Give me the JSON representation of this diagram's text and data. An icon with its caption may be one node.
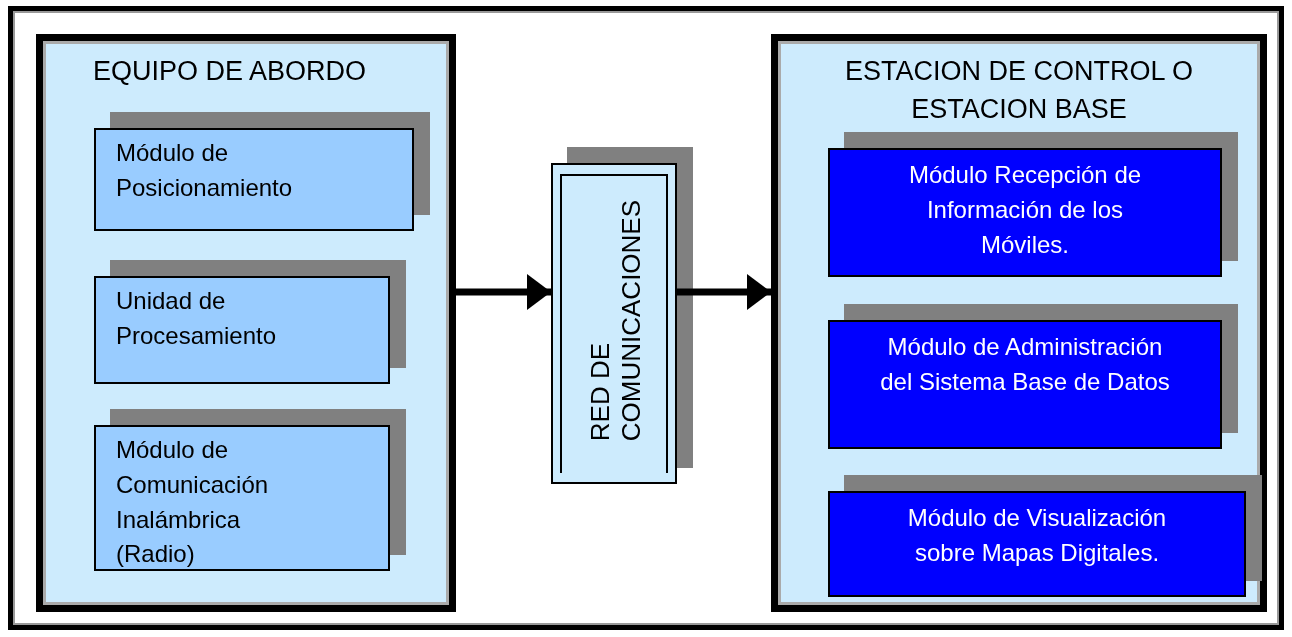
{
  "diagram": {
    "nodes": [
      {
        "text": [
          "EQUIPO DE ABORDO"
        ]
      },
      {
        "text": [
          "Módulo de Posicionamiento"
        ],
        "in": 0
      },
      {
        "text": [
          "Unidad de Procesamiento"
        ],
        "in": 0
      },
      {
        "text": [
          "Módulo de Comunicación Inalámbrica (Radio)"
        ],
        "in": 0
      },
      {
        "text": [
          "RED DE COMUNICACIONES"
        ]
      },
      {
        "text": [
          "ESTACION DE CONTROL O ESTACION BASE"
        ]
      },
      {
        "text": [
          "Módulo Recepción de Información de los Móviles."
        ],
        "in": 5
      },
      {
        "text": [
          "Módulo de Administración del Sistema Base de Datos"
        ],
        "in": 5
      },
      {
        "text": [
          "Módulo de Visualización sobre Mapas Digitales."
        ],
        "in": 5
      }
    ],
    "edges": [
      {
        "from": 0,
        "to": 4,
        "arrow": "to"
      },
      {
        "from": 4,
        "to": 5,
        "arrow": "to"
      }
    ]
  }
}
